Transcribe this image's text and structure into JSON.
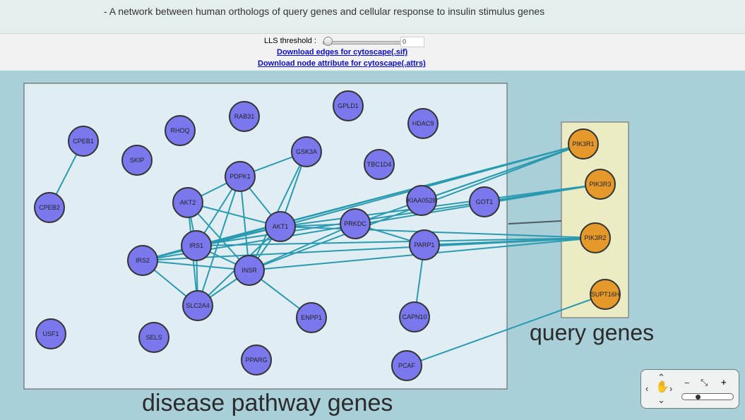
{
  "header": {
    "title": "- A network between human orthologs of query genes and cellular response to insulin stimulus genes"
  },
  "controls": {
    "lls_label": "LLS threshold :",
    "lls_value": "0",
    "download_edges": "Download edges for cytoscape(.sif)",
    "download_attrs": "Download node attribute for cytoscape(.attrs)"
  },
  "groups": {
    "disease_label": "disease pathway genes",
    "query_label": "query genes"
  },
  "colors": {
    "disease_node": "#7b78ee",
    "query_node": "#e4992a",
    "edge": "#2a9ab0",
    "background": "#a9cfd8"
  },
  "nodes": {
    "disease": [
      "CPEB1",
      "CPEB2",
      "SKIP",
      "RHOQ",
      "RAB31",
      "GPLD1",
      "HDAC9",
      "GSK3A",
      "TBC1D4",
      "PDPK1",
      "AKT2",
      "KIAA0528",
      "GOT1",
      "AKT1",
      "PRKDC",
      "IRS1",
      "PARP1",
      "IRS2",
      "INSR",
      "SLC2A4",
      "ENPP1",
      "CAPN10",
      "USF1",
      "SELS",
      "PPARG",
      "PCAF"
    ],
    "query": [
      "PIK3R1",
      "PIK3R3",
      "PIK3R2",
      "SUPT16H"
    ]
  },
  "edges": [
    [
      "CPEB1",
      "CPEB2"
    ],
    [
      "PDPK1",
      "GSK3A"
    ],
    [
      "PDPK1",
      "AKT2"
    ],
    [
      "PDPK1",
      "AKT1"
    ],
    [
      "PDPK1",
      "IRS1"
    ],
    [
      "PDPK1",
      "INSR"
    ],
    [
      "PDPK1",
      "SLC2A4"
    ],
    [
      "GSK3A",
      "AKT1"
    ],
    [
      "GSK3A",
      "INSR"
    ],
    [
      "AKT2",
      "AKT1"
    ],
    [
      "AKT2",
      "IRS1"
    ],
    [
      "AKT2",
      "INSR"
    ],
    [
      "AKT2",
      "SLC2A4"
    ],
    [
      "AKT1",
      "IRS1"
    ],
    [
      "AKT1",
      "IRS2"
    ],
    [
      "AKT1",
      "INSR"
    ],
    [
      "AKT1",
      "PRKDC"
    ],
    [
      "AKT1",
      "SLC2A4"
    ],
    [
      "IRS1",
      "IRS2"
    ],
    [
      "IRS1",
      "INSR"
    ],
    [
      "IRS1",
      "SLC2A4"
    ],
    [
      "IRS2",
      "INSR"
    ],
    [
      "IRS2",
      "SLC2A4"
    ],
    [
      "INSR",
      "SLC2A4"
    ],
    [
      "INSR",
      "ENPP1"
    ],
    [
      "INSR",
      "PRKDC"
    ],
    [
      "PRKDC",
      "PARP1"
    ],
    [
      "PARP1",
      "CAPN10"
    ],
    [
      "PIK3R1",
      "IRS1"
    ],
    [
      "PIK3R1",
      "IRS2"
    ],
    [
      "PIK3R1",
      "AKT1"
    ],
    [
      "PIK3R1",
      "INSR"
    ],
    [
      "PIK3R1",
      "KIAA0528"
    ],
    [
      "PIK3R1",
      "PRKDC"
    ],
    [
      "PIK3R3",
      "IRS1"
    ],
    [
      "PIK3R3",
      "IRS2"
    ],
    [
      "PIK3R3",
      "AKT1"
    ],
    [
      "PIK3R3",
      "GOT1"
    ],
    [
      "PIK3R2",
      "IRS1"
    ],
    [
      "PIK3R2",
      "IRS2"
    ],
    [
      "PIK3R2",
      "INSR"
    ],
    [
      "PIK3R2",
      "AKT1"
    ],
    [
      "PIK3R2",
      "PARP1"
    ],
    [
      "SUPT16H",
      "PCAF"
    ]
  ]
}
